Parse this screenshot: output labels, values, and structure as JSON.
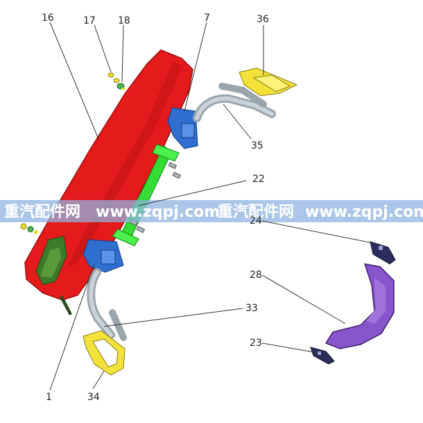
{
  "callouts": {
    "c16": "16",
    "c17": "17",
    "c18": "18",
    "c7": "7",
    "c36": "36",
    "c35": "35",
    "c22": "22",
    "c24": "24",
    "c28": "28",
    "c33": "33",
    "c23": "23",
    "c1": "1",
    "c34": "34"
  },
  "watermark": {
    "left_cn": "重汽配件网",
    "left_url": "www.zqpj.com",
    "right_cn": "重汽配件网",
    "right_url": "www.zqpj.com"
  },
  "colors": {
    "bumper": "#e51a1a",
    "bracket": "#2f6fd0",
    "rod": "#33dd33",
    "step": "#f2e23a",
    "guard": "#8855cc",
    "pipe": "#b8c4cc",
    "watermark_band": "#8fb3e0"
  }
}
